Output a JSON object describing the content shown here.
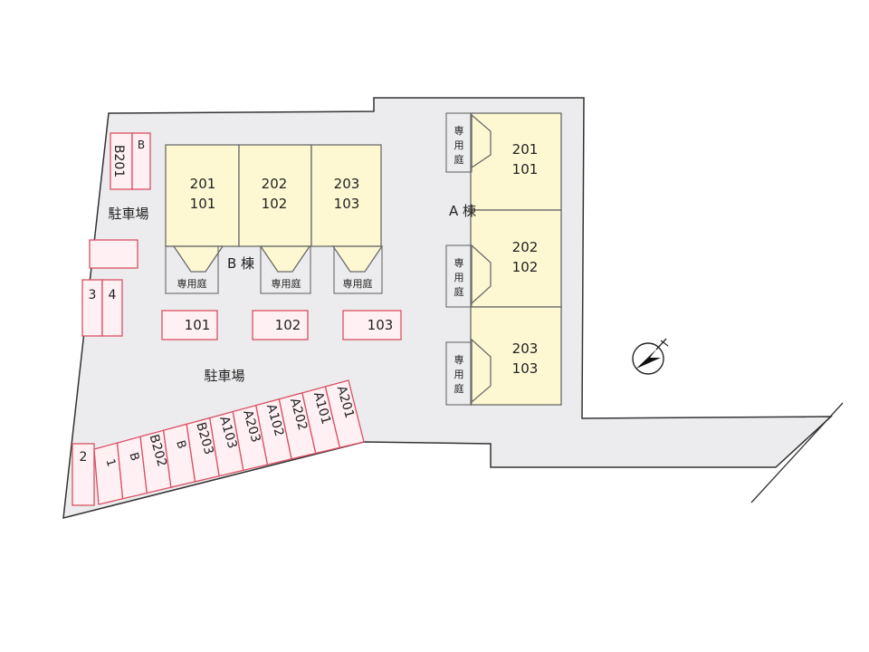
{
  "labels": {
    "parking_top": "駐車場",
    "parking_center": "駐車場",
    "building_a": "A 棟",
    "building_b": "B 棟",
    "garden": "専用庭",
    "garden_v1": "専",
    "garden_v2": "用",
    "garden_v3": "庭"
  },
  "building_b_units": [
    {
      "upper": "201",
      "lower": "101"
    },
    {
      "upper": "202",
      "lower": "102"
    },
    {
      "upper": "203",
      "lower": "103"
    }
  ],
  "building_a_units": [
    {
      "upper": "201",
      "lower": "101"
    },
    {
      "upper": "202",
      "lower": "102"
    },
    {
      "upper": "203",
      "lower": "103"
    }
  ],
  "parking": {
    "left_top": [
      "B201",
      "B"
    ],
    "left_mid": [
      "3",
      "4"
    ],
    "front_row": [
      "101",
      "102",
      "103"
    ],
    "bottom_single": "2",
    "bottom_row": [
      "1",
      "B",
      "B202",
      "B",
      "B203",
      "A103",
      "A203",
      "A102",
      "A202",
      "A101",
      "A201"
    ]
  },
  "colors": {
    "ground": "#ececee",
    "building": "#fdf8d2",
    "parking_outline": "#d94f63"
  },
  "icons": [
    "compass-icon"
  ]
}
